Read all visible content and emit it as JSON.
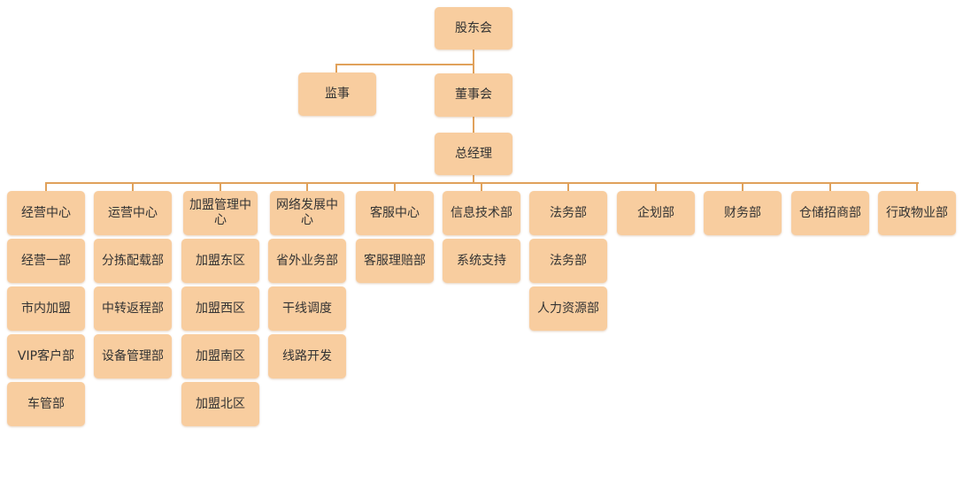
{
  "colors": {
    "box_fill": "#f8cd9f",
    "connector": "#e0a15b",
    "text": "#333333"
  },
  "top": {
    "shareholders": "股东会",
    "supervisor": "监事",
    "board": "董事会",
    "general_manager": "总经理"
  },
  "departments": [
    {
      "name": "经营中心",
      "units": [
        "经营一部",
        "市内加盟",
        "VIP客户部",
        "车管部"
      ]
    },
    {
      "name": "运营中心",
      "units": [
        "分拣配载部",
        "中转返程部",
        "设备管理部"
      ]
    },
    {
      "name": "加盟管理中心",
      "units": [
        "加盟东区",
        "加盟西区",
        "加盟南区",
        "加盟北区"
      ]
    },
    {
      "name": "网络发展中心",
      "units": [
        "省外业务部",
        "干线调度",
        "线路开发"
      ]
    },
    {
      "name": "客服中心",
      "units": [
        "客服理赔部"
      ]
    },
    {
      "name": "信息技术部",
      "units": [
        "系统支持"
      ]
    },
    {
      "name": "法务部",
      "units": [
        "法务部",
        "人力资源部"
      ]
    },
    {
      "name": "企划部",
      "units": []
    },
    {
      "name": "财务部",
      "units": []
    },
    {
      "name": "仓储招商部",
      "units": []
    },
    {
      "name": "行政物业部",
      "units": []
    }
  ]
}
